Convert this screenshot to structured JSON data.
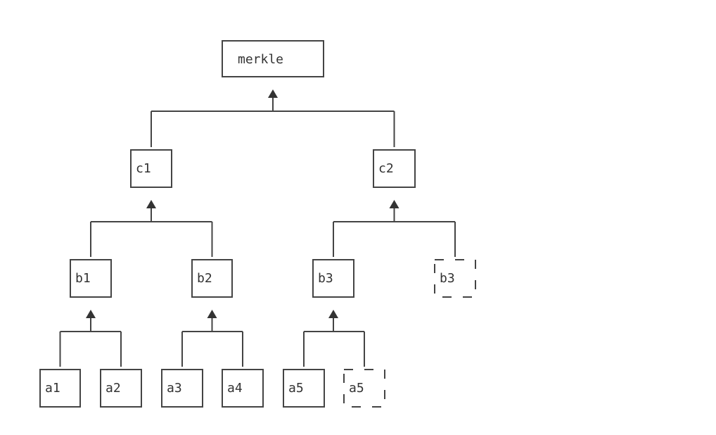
{
  "diagram": {
    "nodes": [
      {
        "id": "merkle",
        "label": "merkle",
        "style": "solid"
      },
      {
        "id": "c1",
        "label": "c1",
        "style": "solid"
      },
      {
        "id": "c2",
        "label": "c2",
        "style": "solid"
      },
      {
        "id": "b1",
        "label": "b1",
        "style": "solid"
      },
      {
        "id": "b2",
        "label": "b2",
        "style": "solid"
      },
      {
        "id": "b3",
        "label": "b3",
        "style": "solid"
      },
      {
        "id": "b3-dup",
        "label": "b3",
        "style": "dashed"
      },
      {
        "id": "a1",
        "label": "a1",
        "style": "solid"
      },
      {
        "id": "a2",
        "label": "a2",
        "style": "solid"
      },
      {
        "id": "a3",
        "label": "a3",
        "style": "solid"
      },
      {
        "id": "a4",
        "label": "a4",
        "style": "solid"
      },
      {
        "id": "a5",
        "label": "a5",
        "style": "solid"
      },
      {
        "id": "a5-dup",
        "label": "a5",
        "style": "dashed"
      }
    ],
    "edges": [
      {
        "parent": "merkle",
        "children": [
          "c1",
          "c2"
        ]
      },
      {
        "parent": "c1",
        "children": [
          "b1",
          "b2"
        ]
      },
      {
        "parent": "c2",
        "children": [
          "b3",
          "b3-dup"
        ]
      },
      {
        "parent": "b1",
        "children": [
          "a1",
          "a2"
        ]
      },
      {
        "parent": "b2",
        "children": [
          "a3",
          "a4"
        ]
      },
      {
        "parent": "b3",
        "children": [
          "a5",
          "a5-dup"
        ]
      }
    ]
  }
}
